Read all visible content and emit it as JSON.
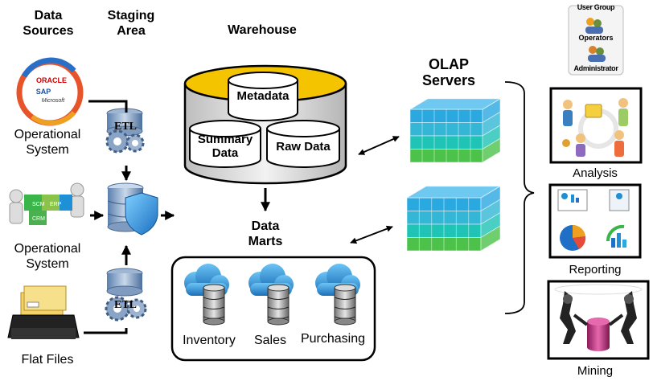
{
  "headers": {
    "data_sources": [
      "Data",
      "Sources"
    ],
    "staging_area": [
      "Staging",
      "Area"
    ],
    "warehouse": "Warehouse",
    "olap_servers": [
      "OLAP",
      "Servers"
    ],
    "data_marts": [
      "Data",
      "Marts"
    ]
  },
  "sources": [
    {
      "label": [
        "Operational",
        "System"
      ],
      "logo_text": [
        "ORACLE",
        "SAP",
        "Microsoft"
      ]
    },
    {
      "label": [
        "Operational",
        "System"
      ],
      "puzzle_text": [
        "SCM",
        "CRM",
        "ERP"
      ]
    },
    {
      "label": [
        "Flat Files"
      ]
    }
  ],
  "etl_label": "ETL",
  "warehouse_db": {
    "metadata": "Metadata",
    "summary": [
      "Summary",
      "Data"
    ],
    "raw": "Raw Data"
  },
  "marts": [
    "Inventory",
    "Sales",
    "Purchasing"
  ],
  "user_group": {
    "title": "User Group",
    "members": [
      "Operators",
      "Administrator"
    ]
  },
  "tools": [
    "Analysis",
    "Reporting",
    "Mining"
  ],
  "colors": {
    "warehouse_gold": "#f5c400",
    "db_gray": "#d9d9d9",
    "cube_blue": "#2aa8e0",
    "cube_teal": "#1fc4b6",
    "cube_green": "#4cc24a",
    "cloud_blue": "#1f8fd6",
    "mining_magenta": "#c0307f"
  }
}
